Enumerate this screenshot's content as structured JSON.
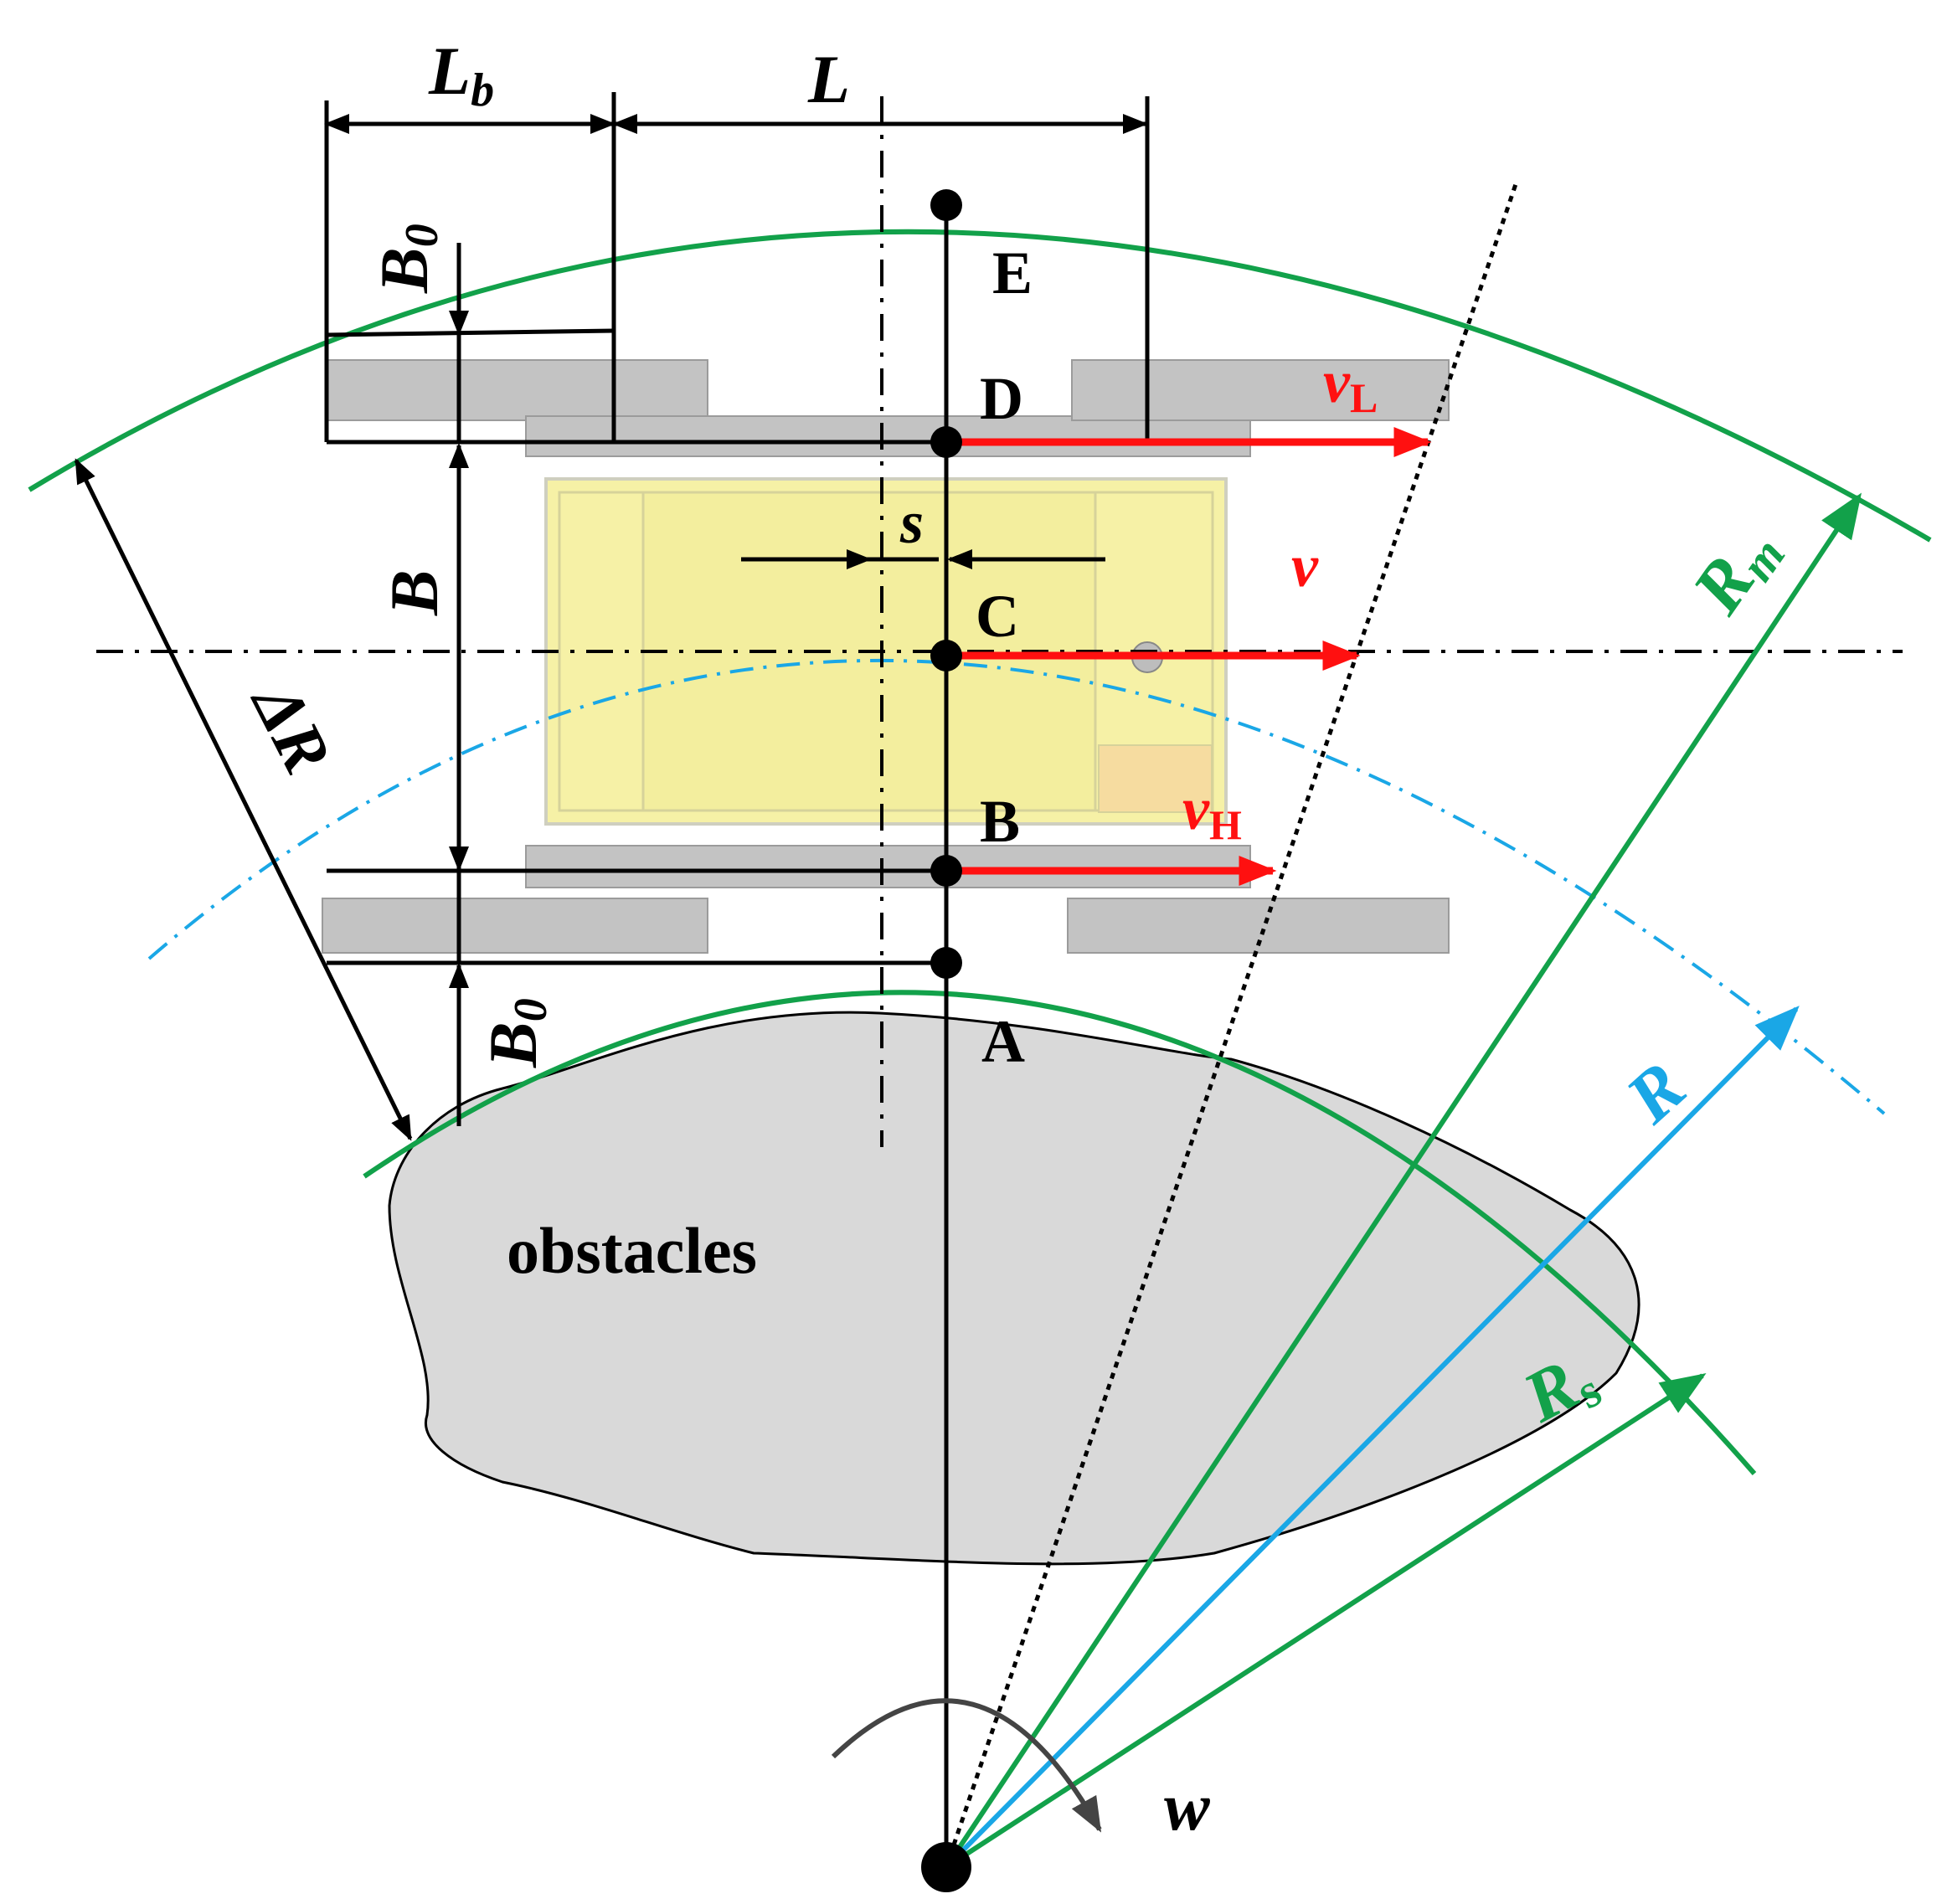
{
  "labels": {
    "Lb_main": "L",
    "Lb_sub": "b",
    "L": "L",
    "B0_top_main": "B",
    "B0_top_sub": "0",
    "B": "B",
    "deltaR": "ΔR",
    "B0_bot_main": "B",
    "B0_bot_sub": "0",
    "E": "E",
    "D": "D",
    "C": "C",
    "B_point": "B",
    "A": "A",
    "s": "s",
    "v": "v",
    "vL_main": "v",
    "vL_sub": "L",
    "vH_main": "v",
    "vH_sub": "H",
    "Rm_main": "R",
    "Rm_sub": "m",
    "R": "R",
    "Rs_main": "R",
    "Rs_sub": "s",
    "obstacles": "obstacles",
    "w": "w"
  },
  "colors": {
    "green": "#12a14a",
    "blue": "#1aa7e6",
    "red": "#ff1010",
    "black": "#000000",
    "obstacle_fill": "#d9d9d9",
    "body_fill": "#f6f1a6",
    "track_fill": "#b9b9b9"
  }
}
